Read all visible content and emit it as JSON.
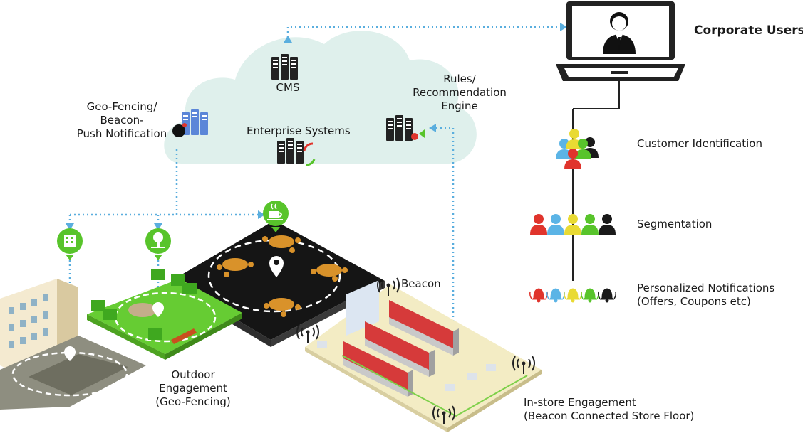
{
  "labels": {
    "corporate_users": "Corporate Users",
    "cms": "CMS",
    "rules_engine": [
      "Rules/",
      "Recommendation",
      "Engine"
    ],
    "geo_fencing": [
      "Geo-Fencing/",
      "Beacon-",
      "Push Notification"
    ],
    "enterprise_systems": "Enterprise Systems",
    "customer_identification": "Customer Identification",
    "segmentation": "Segmentation",
    "personalized_notifications": [
      "Personalized Notifications",
      "(Offers, Coupons etc)"
    ],
    "beacon": "Beacon",
    "outdoor": [
      "Outdoor",
      "Engagement",
      "(Geo-Fencing)"
    ],
    "instore": [
      "In-store Engagement",
      "(Beacon Connected Store Floor)"
    ]
  },
  "colors": {
    "cloud": "#dff0ec",
    "connector": "#5aaede",
    "pin_green": "#58c42b",
    "grass": "#66cc33",
    "floor": "#f3ecc4",
    "shelf": "#d63a3a",
    "table": "#d9922a",
    "people": [
      "#e0342c",
      "#5bb4e6",
      "#e9da33",
      "#58c42b",
      "#1a1a1a"
    ]
  },
  "icons": [
    "server-icon",
    "laptop-icon",
    "user-icon",
    "people-group-icon",
    "bell-icon",
    "beacon-signal-icon",
    "building-icon",
    "tree-icon",
    "coffee-icon",
    "location-pin-icon"
  ]
}
